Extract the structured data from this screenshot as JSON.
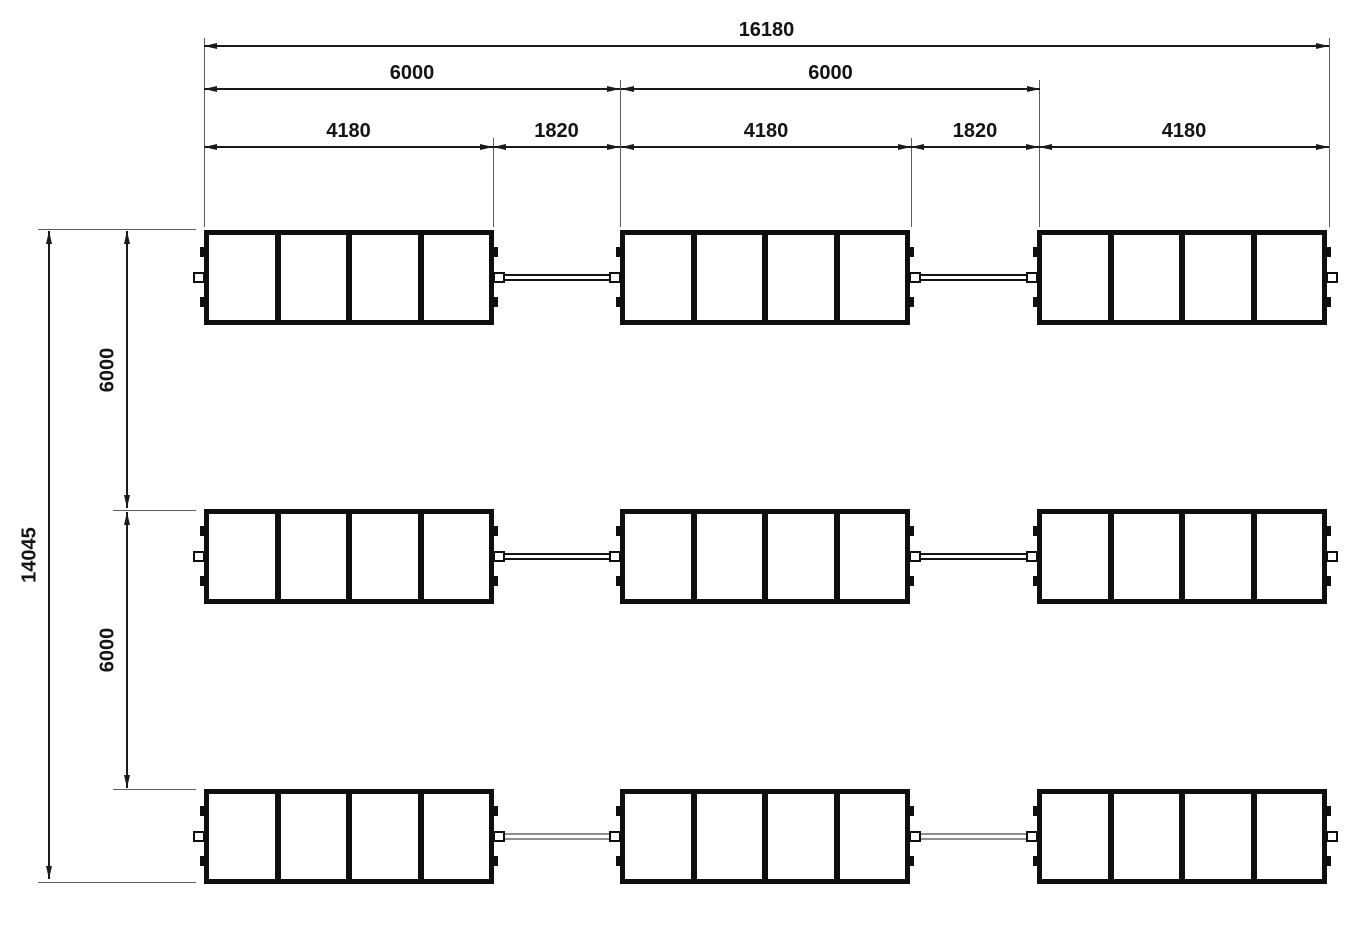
{
  "dimensions": {
    "overall_width": "16180",
    "col_span_left": "6000",
    "col_span_right": "6000",
    "group_width_1": "4180",
    "gap_1": "1820",
    "group_width_2": "4180",
    "gap_2": "1820",
    "group_width_3": "4180",
    "overall_height": "14045",
    "row_span_1": "6000",
    "row_span_2": "6000"
  },
  "layout": {
    "rows": 3,
    "groups_per_row": 3,
    "panels_per_group": 4
  },
  "colors": {
    "line": "#1a1a1a",
    "extension_line": "#5e5e5e",
    "panel_outline": "#0f0f0f",
    "connector_rows_1_2": "#151515",
    "connector_row_3": "#8f8f8f",
    "background": "#ffffff"
  }
}
